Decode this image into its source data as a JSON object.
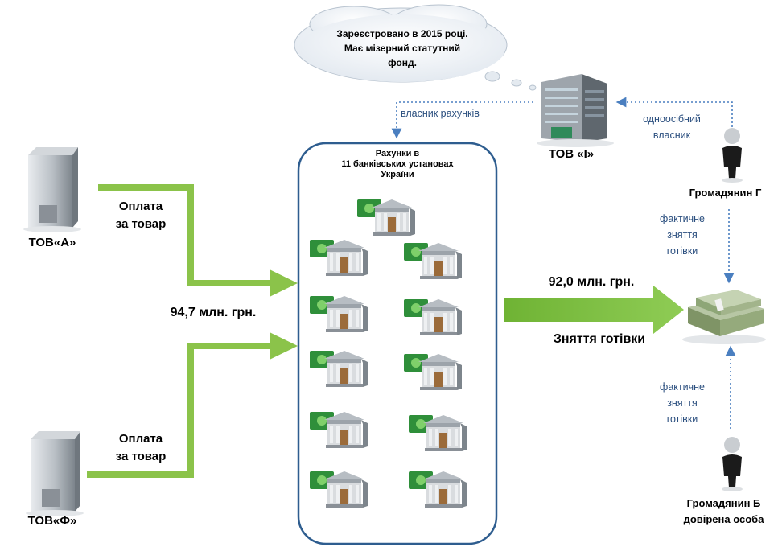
{
  "cloud": {
    "line1": "Зареєстровано в 2015 році.",
    "line2": "Має мізерний статутний",
    "line3": "фонд."
  },
  "tov_i": {
    "label": "ТОВ «І»"
  },
  "tov_a": {
    "label": "ТОВ«А»",
    "payment_line1": "Оплата",
    "payment_line2": "за товар"
  },
  "tov_f": {
    "label": "ТОВ«Ф»",
    "payment_line1": "Оплата",
    "payment_line2": "за товар"
  },
  "accounts": {
    "title_line1": "Рахунки в",
    "title_line2": "11 банківських установах",
    "title_line3": "України",
    "bank_count": 11
  },
  "incoming_amount": "94,7 млн. грн.",
  "outgoing_amount": "92,0 млн. грн.",
  "withdrawal_label": "Зняття готівки",
  "owner_of_accounts": "власник рахунків",
  "sole_owner_line1": "одноосібний",
  "sole_owner_line2": "власник",
  "citizen_g": {
    "label": "Громадянин Г"
  },
  "citizen_b": {
    "label_line1": "Громадянин Б",
    "label_line2": "довірена особа"
  },
  "actual_withdrawal_top": {
    "line1": "фактичне",
    "line2": "зняття",
    "line3": "готівки"
  },
  "actual_withdrawal_bottom": {
    "line1": "фактичне",
    "line2": "зняття",
    "line3": "готівки"
  },
  "colors": {
    "green_arrow": "#8bc34a",
    "box_border": "#2e5d8f",
    "dotted_blue": "#4a7fc0",
    "text_blue": "#2b4f7f"
  }
}
